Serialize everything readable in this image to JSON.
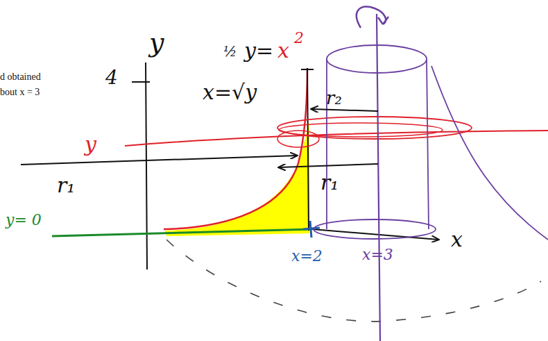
{
  "diagram": {
    "labels": [
      "d obtained",
      "bout x = 3",
      "y",
      "4",
      "½",
      "y=",
      "x",
      "2",
      "x=√y",
      "r₂",
      "r₁",
      "r₁",
      "y",
      "y= 0",
      "x",
      "x=2",
      "x=3"
    ]
  }
}
